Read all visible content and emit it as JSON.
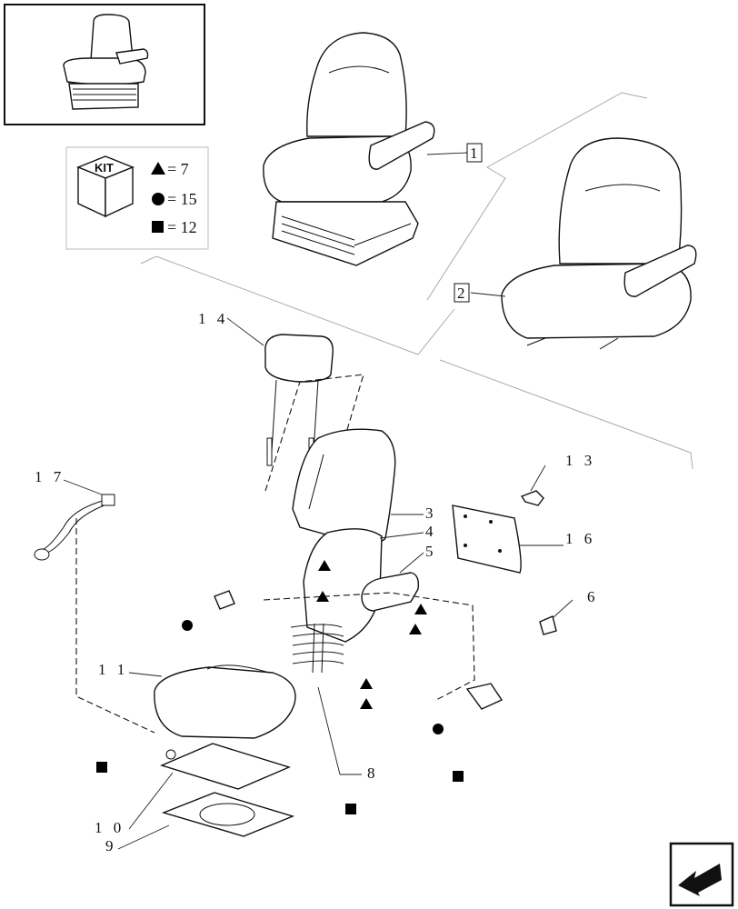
{
  "kit_legend": {
    "kit_label": "KIT",
    "triangle_count": "= 7",
    "circle_count": "= 15",
    "square_count": "= 12"
  },
  "callouts": {
    "c1": "1",
    "c2": "2",
    "c3": "3",
    "c4": "4",
    "c5": "5",
    "c6": "6",
    "c8": "8",
    "c9": "9",
    "c10": "1 0",
    "c11": "1 1",
    "c13": "1 3",
    "c14": "1 4",
    "c16": "1 6",
    "c17": "1 7"
  },
  "icons": {
    "thumbnail": "seat-assembly-thumbnail",
    "kit_box": "kit-box-icon",
    "nav": "next-page-arrow-icon"
  }
}
